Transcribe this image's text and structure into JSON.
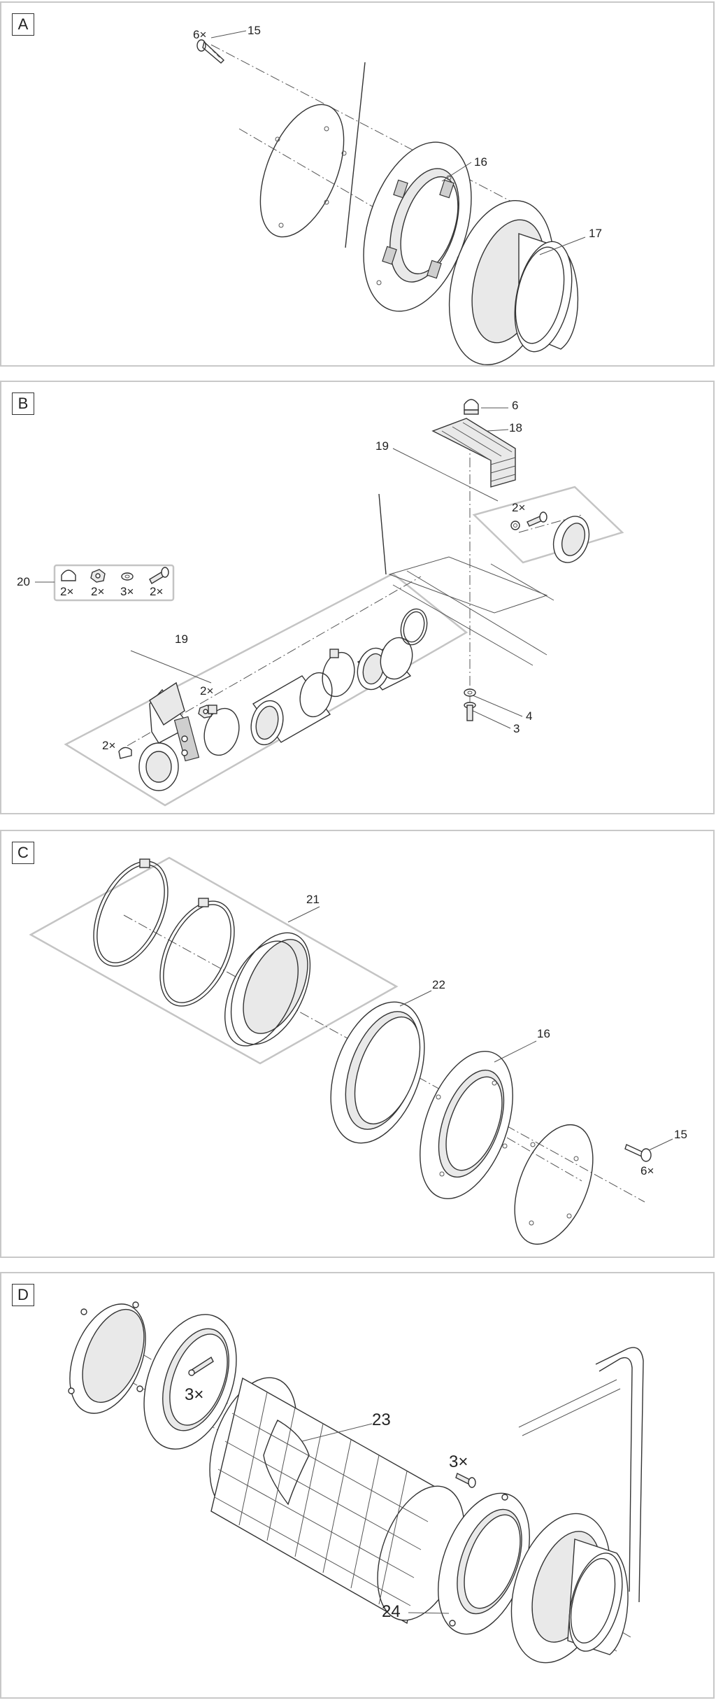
{
  "panels": {
    "a": {
      "letter": "A",
      "labels": {
        "p15": "15",
        "p15_qty": "6×",
        "p16": "16",
        "p17": "17"
      }
    },
    "b": {
      "letter": "B",
      "labels": {
        "p6": "6",
        "p18": "18",
        "p19_top": "19",
        "p19_left": "19",
        "p20": "20",
        "p4": "4",
        "p3": "3",
        "qty_bolt_top": "2×",
        "qty_nut_left": "2×",
        "qty_nut_mid": "2×",
        "kit_cap": "2×",
        "kit_nut": "2×",
        "kit_washer": "3×",
        "kit_bolt": "2×"
      }
    },
    "c": {
      "letter": "C",
      "labels": {
        "p21": "21",
        "p22": "22",
        "p16": "16",
        "p15": "15",
        "p15_qty": "6×"
      }
    },
    "d": {
      "letter": "D",
      "labels": {
        "qty_left": "3×",
        "p23": "23",
        "qty_right": "3×",
        "p24": "24"
      }
    }
  }
}
